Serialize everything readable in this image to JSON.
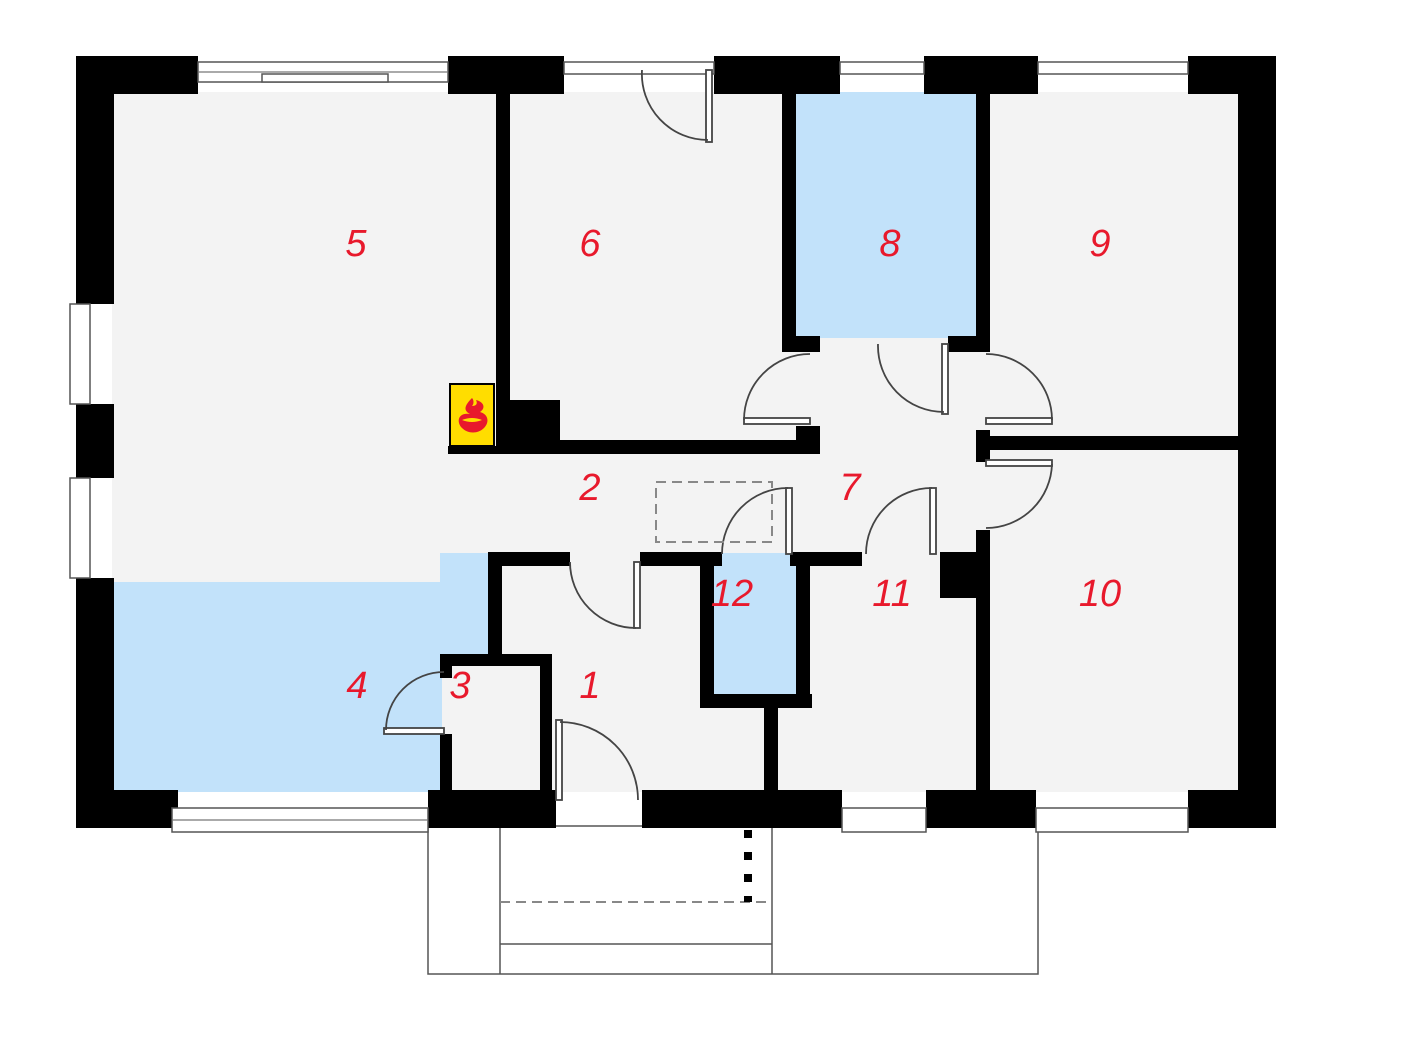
{
  "colors": {
    "floor": "#f3f3f3",
    "wet_room": "#c2e2fa",
    "wall": "#000000",
    "label": "#e8192c",
    "fireplace_bg": "#ffdd00",
    "fireplace_flame": "#e8192c"
  },
  "rooms": [
    {
      "label": "1"
    },
    {
      "label": "2"
    },
    {
      "label": "3"
    },
    {
      "label": "4"
    },
    {
      "label": "5"
    },
    {
      "label": "6"
    },
    {
      "label": "7"
    },
    {
      "label": "8"
    },
    {
      "label": "9"
    },
    {
      "label": "10"
    },
    {
      "label": "11"
    },
    {
      "label": "12"
    }
  ],
  "icons": {
    "fireplace": "fireplace-icon"
  }
}
